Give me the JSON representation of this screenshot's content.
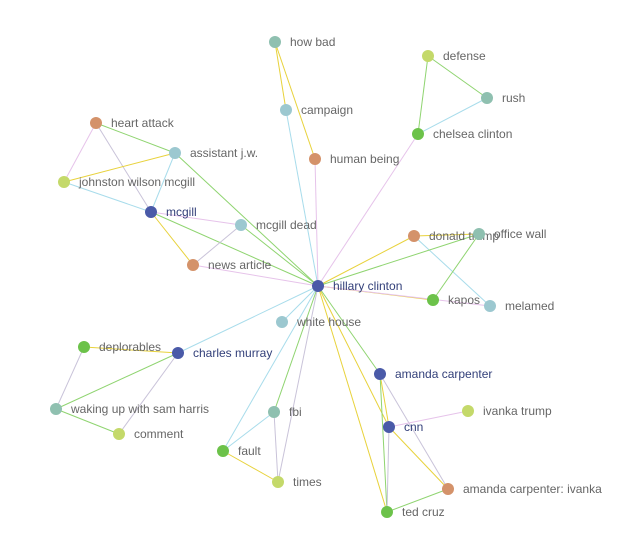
{
  "colors": {
    "navy": "#4a5aa8",
    "green": "#6cc24a",
    "lime": "#c4d96a",
    "orange": "#d4926a",
    "teal": "#8fc0b0",
    "lightblue": "#9cc8d0",
    "label_default": "#666666",
    "label_highlight": "#33407a",
    "edge_yellow": "#e8d23c",
    "edge_green": "#8fd470",
    "edge_cyan": "#a8dceb",
    "edge_pink": "#e6c3ea",
    "edge_gray": "#c9c3d9"
  },
  "nodes": [
    {
      "id": "how_bad",
      "label": "how bad",
      "color": "teal"
    },
    {
      "id": "defense",
      "label": "defense",
      "color": "lime"
    },
    {
      "id": "rush",
      "label": "rush",
      "color": "teal"
    },
    {
      "id": "chelsea_clinton",
      "label": "chelsea clinton",
      "color": "green"
    },
    {
      "id": "campaign",
      "label": "campaign",
      "color": "lightblue"
    },
    {
      "id": "human_being",
      "label": "human being",
      "color": "orange"
    },
    {
      "id": "heart_attack",
      "label": "heart attack",
      "color": "orange"
    },
    {
      "id": "assistant_jw",
      "label": "assistant j.w.",
      "color": "lightblue"
    },
    {
      "id": "johnston_wilson_mcgill",
      "label": "johnston wilson mcgill",
      "color": "lime"
    },
    {
      "id": "mcgill",
      "label": "mcgill",
      "color": "navy",
      "highlight": true
    },
    {
      "id": "mcgill_dead",
      "label": "mcgill dead",
      "color": "lightblue"
    },
    {
      "id": "donald_trump",
      "label": "donald trump",
      "color": "orange"
    },
    {
      "id": "office_wall",
      "label": "office wall",
      "color": "teal"
    },
    {
      "id": "news_article",
      "label": "news article",
      "color": "orange"
    },
    {
      "id": "hillary_clinton",
      "label": "hillary clinton",
      "color": "navy",
      "highlight": true
    },
    {
      "id": "kapos",
      "label": "kapos",
      "color": "green"
    },
    {
      "id": "melamed",
      "label": "melamed",
      "color": "lightblue"
    },
    {
      "id": "white_house",
      "label": "white house",
      "color": "lightblue"
    },
    {
      "id": "deplorables",
      "label": "deplorables",
      "color": "green"
    },
    {
      "id": "charles_murray",
      "label": "charles murray",
      "color": "navy",
      "highlight": true
    },
    {
      "id": "amanda_carpenter",
      "label": "amanda carpenter",
      "color": "navy",
      "highlight": true
    },
    {
      "id": "waking_up",
      "label": "waking up with sam harris",
      "color": "teal"
    },
    {
      "id": "fbi",
      "label": "fbi",
      "color": "teal"
    },
    {
      "id": "ivanka_trump",
      "label": "ivanka trump",
      "color": "lime"
    },
    {
      "id": "comment",
      "label": "comment",
      "color": "lime"
    },
    {
      "id": "cnn",
      "label": "cnn",
      "color": "navy",
      "highlight": true
    },
    {
      "id": "fault",
      "label": "fault",
      "color": "green"
    },
    {
      "id": "times",
      "label": "times",
      "color": "lime"
    },
    {
      "id": "amanda_carpenter_ivanka",
      "label": "amanda carpenter: ivanka",
      "color": "orange"
    },
    {
      "id": "ted_cruz",
      "label": "ted cruz",
      "color": "green"
    }
  ],
  "edges": [
    {
      "source": "how_bad",
      "target": "campaign",
      "color": "edge_yellow"
    },
    {
      "source": "how_bad",
      "target": "human_being",
      "color": "edge_yellow"
    },
    {
      "source": "campaign",
      "target": "hillary_clinton",
      "color": "edge_cyan"
    },
    {
      "source": "human_being",
      "target": "hillary_clinton",
      "color": "edge_pink"
    },
    {
      "source": "defense",
      "target": "chelsea_clinton",
      "color": "edge_green"
    },
    {
      "source": "defense",
      "target": "rush",
      "color": "edge_green"
    },
    {
      "source": "rush",
      "target": "chelsea_clinton",
      "color": "edge_cyan"
    },
    {
      "source": "chelsea_clinton",
      "target": "hillary_clinton",
      "color": "edge_pink"
    },
    {
      "source": "heart_attack",
      "target": "assistant_jw",
      "color": "edge_green"
    },
    {
      "source": "heart_attack",
      "target": "johnston_wilson_mcgill",
      "color": "edge_pink"
    },
    {
      "source": "heart_attack",
      "target": "mcgill",
      "color": "edge_gray"
    },
    {
      "source": "assistant_jw",
      "target": "johnston_wilson_mcgill",
      "color": "edge_yellow"
    },
    {
      "source": "assistant_jw",
      "target": "mcgill",
      "color": "edge_cyan"
    },
    {
      "source": "assistant_jw",
      "target": "hillary_clinton",
      "color": "edge_green"
    },
    {
      "source": "johnston_wilson_mcgill",
      "target": "mcgill",
      "color": "edge_cyan"
    },
    {
      "source": "mcgill",
      "target": "mcgill_dead",
      "color": "edge_pink"
    },
    {
      "source": "mcgill",
      "target": "news_article",
      "color": "edge_yellow"
    },
    {
      "source": "mcgill",
      "target": "hillary_clinton",
      "color": "edge_green"
    },
    {
      "source": "mcgill_dead",
      "target": "news_article",
      "color": "edge_gray"
    },
    {
      "source": "mcgill_dead",
      "target": "hillary_clinton",
      "color": "edge_green"
    },
    {
      "source": "news_article",
      "target": "hillary_clinton",
      "color": "edge_pink"
    },
    {
      "source": "donald_trump",
      "target": "office_wall",
      "color": "edge_yellow"
    },
    {
      "source": "donald_trump",
      "target": "hillary_clinton",
      "color": "edge_yellow"
    },
    {
      "source": "donald_trump",
      "target": "melamed",
      "color": "edge_cyan"
    },
    {
      "source": "office_wall",
      "target": "kapos",
      "color": "edge_green"
    },
    {
      "source": "office_wall",
      "target": "hillary_clinton",
      "color": "edge_green"
    },
    {
      "source": "hillary_clinton",
      "target": "kapos",
      "color": "edge_yellow"
    },
    {
      "source": "hillary_clinton",
      "target": "melamed",
      "color": "edge_pink"
    },
    {
      "source": "hillary_clinton",
      "target": "white_house",
      "color": "edge_cyan"
    },
    {
      "source": "hillary_clinton",
      "target": "charles_murray",
      "color": "edge_cyan"
    },
    {
      "source": "hillary_clinton",
      "target": "amanda_carpenter",
      "color": "edge_green"
    },
    {
      "source": "hillary_clinton",
      "target": "cnn",
      "color": "edge_yellow"
    },
    {
      "source": "hillary_clinton",
      "target": "ted_cruz",
      "color": "edge_yellow"
    },
    {
      "source": "hillary_clinton",
      "target": "fbi",
      "color": "edge_green"
    },
    {
      "source": "hillary_clinton",
      "target": "fault",
      "color": "edge_cyan"
    },
    {
      "source": "hillary_clinton",
      "target": "times",
      "color": "edge_gray"
    },
    {
      "source": "deplorables",
      "target": "charles_murray",
      "color": "edge_yellow"
    },
    {
      "source": "deplorables",
      "target": "waking_up",
      "color": "edge_gray"
    },
    {
      "source": "charles_murray",
      "target": "waking_up",
      "color": "edge_green"
    },
    {
      "source": "charles_murray",
      "target": "comment",
      "color": "edge_gray"
    },
    {
      "source": "waking_up",
      "target": "comment",
      "color": "edge_green"
    },
    {
      "source": "fbi",
      "target": "fault",
      "color": "edge_cyan"
    },
    {
      "source": "fbi",
      "target": "times",
      "color": "edge_gray"
    },
    {
      "source": "fault",
      "target": "times",
      "color": "edge_yellow"
    },
    {
      "source": "amanda_carpenter",
      "target": "cnn",
      "color": "edge_yellow"
    },
    {
      "source": "amanda_carpenter",
      "target": "ted_cruz",
      "color": "edge_green"
    },
    {
      "source": "amanda_carpenter",
      "target": "amanda_carpenter_ivanka",
      "color": "edge_gray"
    },
    {
      "source": "cnn",
      "target": "ivanka_trump",
      "color": "edge_pink"
    },
    {
      "source": "cnn",
      "target": "amanda_carpenter_ivanka",
      "color": "edge_yellow"
    },
    {
      "source": "cnn",
      "target": "ted_cruz",
      "color": "edge_gray"
    },
    {
      "source": "ted_cruz",
      "target": "amanda_carpenter_ivanka",
      "color": "edge_green"
    }
  ]
}
